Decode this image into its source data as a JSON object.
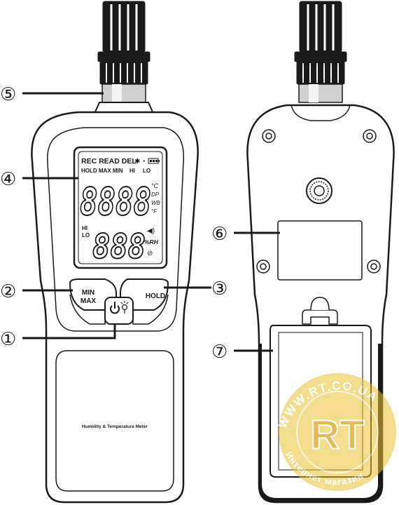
{
  "callouts": {
    "c1": "①",
    "c2": "②",
    "c3": "③",
    "c4": "④",
    "c5": "⑤",
    "c6": "⑥",
    "c7": "⑦"
  },
  "lcd": {
    "row1": "REC READ DEL",
    "row2_left": "HOLD MAX MIN",
    "row2_hi": "HI",
    "row2_lo": "LO",
    "main_digits": "8888",
    "sub_digits": "888",
    "unit_c": "°C",
    "unit_dp": "DP",
    "unit_wb": "WB",
    "unit_f": "°F",
    "hi": "HI",
    "lo": "LO",
    "rh": "%RH"
  },
  "buttons": {
    "minmax_line1": "MIN",
    "minmax_line2": "MAX",
    "hold": "HOLD"
  },
  "device_label": "Humidity & Temperature Meter",
  "watermark": {
    "arc_text": "WWW.RT.CO.UA",
    "logo": "RT",
    "bottom_text": "Интернет магазин"
  },
  "colors": {
    "line": "#1a1a1a",
    "watermark_gold": "#e8c030",
    "watermark_logo": "#d9a520"
  }
}
